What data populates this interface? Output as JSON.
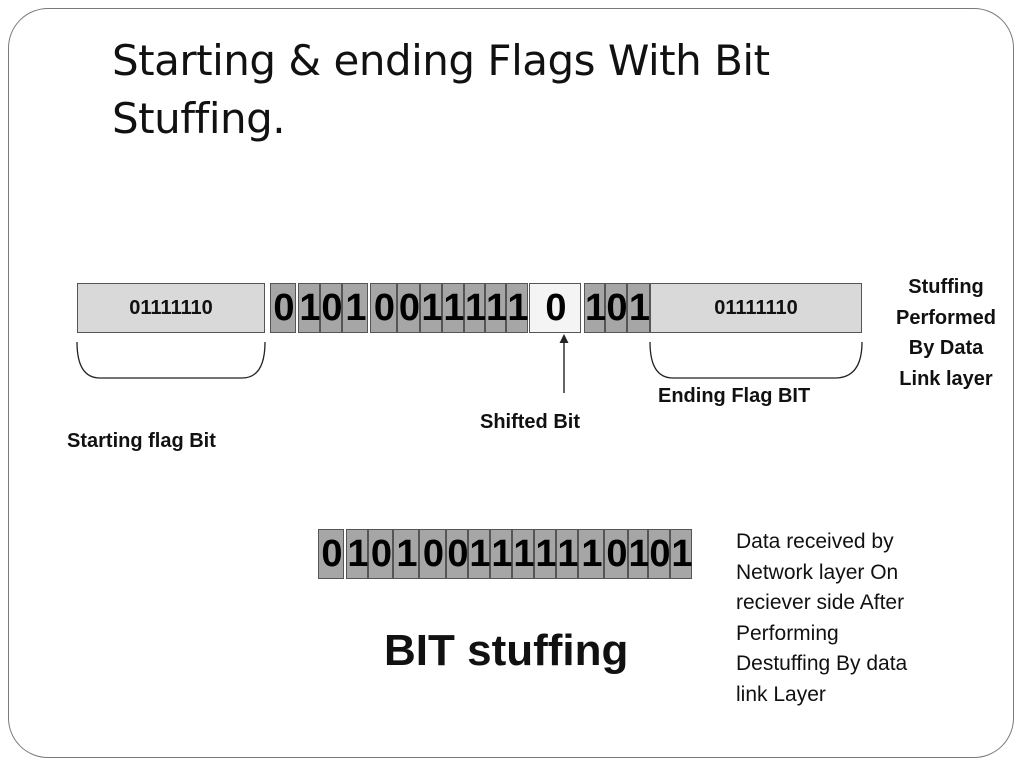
{
  "slide": {
    "title_line1": "Starting & ending Flags With Bit",
    "title_line2": "Stuffing."
  },
  "stuffed_frame": {
    "start_flag": "01111110",
    "end_flag": "01111110",
    "bits": [
      "0",
      "1",
      "0",
      "1",
      "0",
      "0",
      "1",
      "1",
      "1",
      "1",
      "1",
      "0",
      "1",
      "0",
      "1"
    ],
    "stuffed_bit_index": 11
  },
  "labels": {
    "stuffing_performed": [
      "Stuffing",
      "Performed",
      "By Data",
      "Link layer"
    ],
    "ending_flag": "Ending Flag BIT",
    "shifted_bit": "Shifted Bit",
    "starting_flag": "Starting flag Bit"
  },
  "received_frame": {
    "bits": [
      "0",
      "1",
      "0",
      "1",
      "0",
      "0",
      "1",
      "1",
      "1",
      "1",
      "1",
      "1",
      "0",
      "1",
      "0",
      "1"
    ]
  },
  "received_note": [
    "Data received by",
    "Network layer On",
    "reciever side After",
    "Performing",
    "Destuffing By data",
    "link Layer"
  ],
  "caption": "BIT stuffing",
  "colors": {
    "bit_fill": "#a6a6a6",
    "flag_fill": "#d9d9d9",
    "stuffed_fill": "#f4f4f4"
  }
}
